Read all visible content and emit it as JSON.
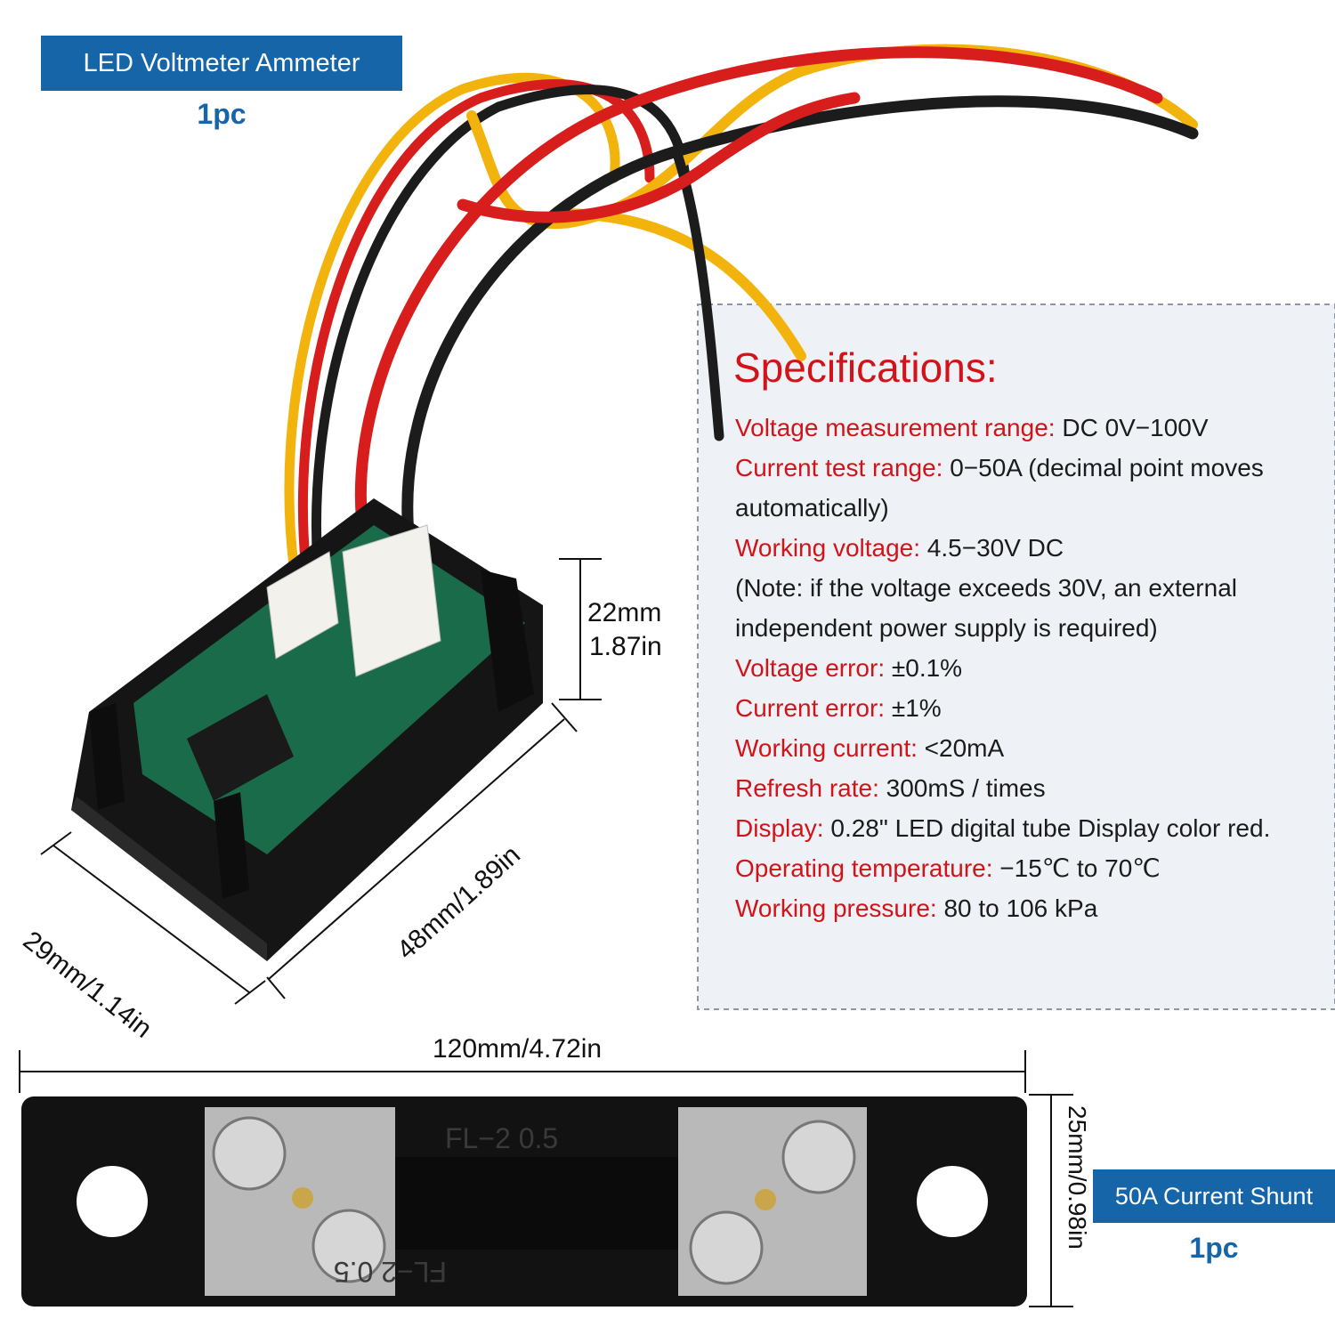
{
  "voltmeter": {
    "badge": "LED Voltmeter Ammeter",
    "qty": "1pc",
    "dims": {
      "height_mm": "22mm",
      "height_in": "1.87in",
      "width": "29mm/1.14in",
      "length": "48mm/1.89in"
    }
  },
  "specs": {
    "title": "Specifications:",
    "rows": [
      {
        "label": "Voltage measurement range:",
        "value": " DC 0V−100V"
      },
      {
        "label": "Current test range:",
        "value": " 0−50A (decimal point moves automatically)"
      },
      {
        "label": "Working voltage:",
        "value": " 4.5−30V DC"
      },
      {
        "label": "",
        "value": "(Note: if the voltage exceeds 30V, an external independent power supply is required)"
      },
      {
        "label": "Voltage error:",
        "value": "  ±0.1%"
      },
      {
        "label": "Current error:",
        "value": "  ±1%"
      },
      {
        "label": "Working current:",
        "value": " <20mA"
      },
      {
        "label": "Refresh rate:",
        "value": " 300mS / times"
      },
      {
        "label": "Display:",
        "value": " 0.28\" LED digital tube Display color red."
      },
      {
        "label": "Operating temperature:",
        "value": "  −15℃ to 70℃"
      },
      {
        "label": "Working pressure:",
        "value": " 80 to 106 kPa"
      }
    ]
  },
  "shunt": {
    "badge": "50A Current Shunt",
    "qty": "1pc",
    "length": "120mm/4.72in",
    "width": "25mm/0.98in",
    "marking": "FL−2   0.5"
  },
  "colors": {
    "accent": "#1565a8",
    "label_red": "#d0141a",
    "panel_bg": "#eef1f5"
  }
}
